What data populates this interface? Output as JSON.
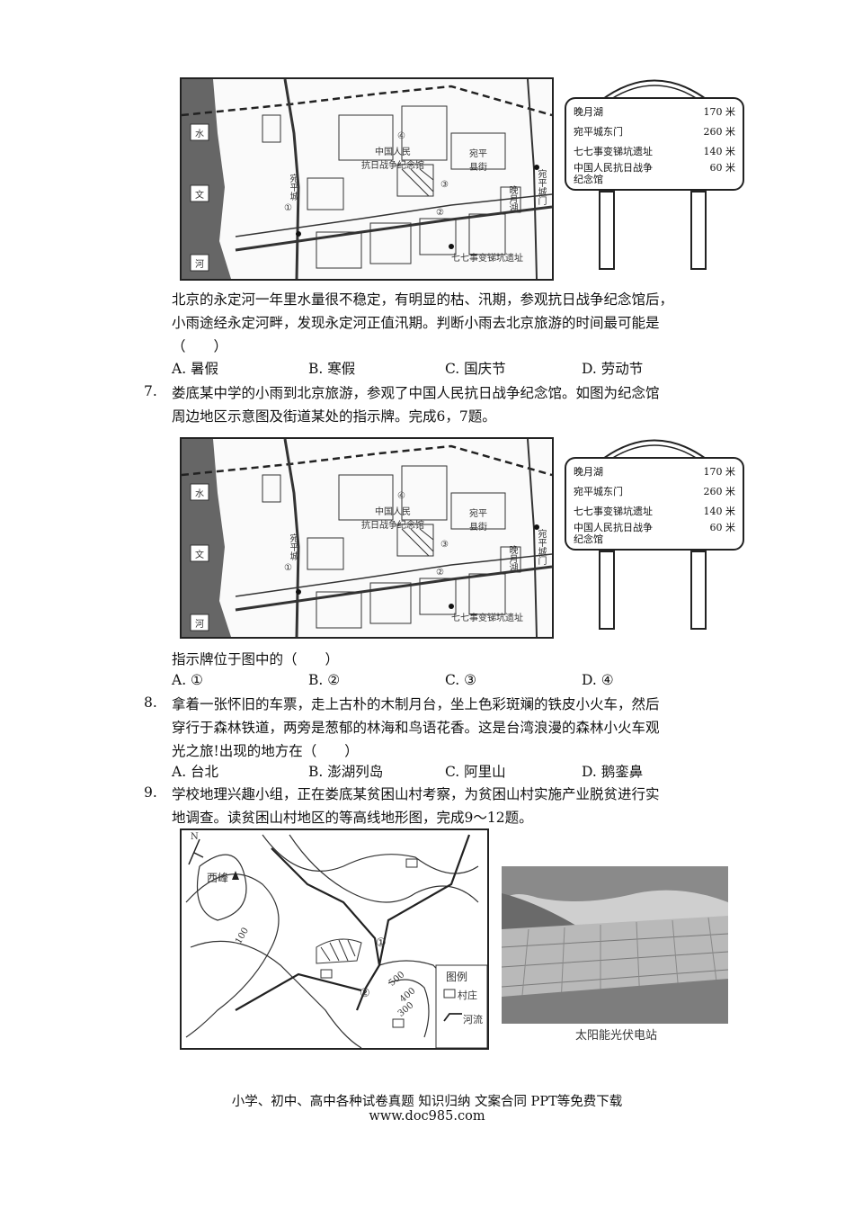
{
  "map": {
    "river_chars": [
      "水",
      "文",
      "河"
    ],
    "labels": {
      "memorial": "中国人民\n抗日战争纪念馆",
      "street": "宛平\n县街",
      "wanping_gate": "宛平城门",
      "wanping_city": "宛平城",
      "moon_lake": "晚月湖",
      "site": "七七事变锑坑遗址",
      "num1": "①",
      "num2": "②",
      "num3": "③",
      "num4": "④"
    }
  },
  "sign": {
    "rows": [
      {
        "name": "晚月湖",
        "dist": "170 米"
      },
      {
        "name": "宛平城东门",
        "dist": "260 米"
      },
      {
        "name": "七七事变锑坑遗址",
        "dist": "140 米"
      },
      {
        "name": "中国人民抗日战争\n纪念馆",
        "dist": "60 米"
      }
    ]
  },
  "q6": {
    "lines": [
      "北京的永定河一年里水量很不稳定，有明显的枯、汛期，参观抗日战争纪念馆后，",
      "小雨途经永定河畔，发现永定河正值汛期。判断小雨去北京旅游的时间最可能是",
      "（　　）"
    ],
    "options": [
      "A.  暑假",
      "B.  寒假",
      "C.  国庆节",
      "D.  劳动节"
    ]
  },
  "q7": {
    "num": "7.",
    "lines": [
      "娄底某中学的小雨到北京旅游，参观了中国人民抗日战争纪念馆。如图为纪念馆",
      "周边地区示意图及街道某处的指示牌。完成6，7题。"
    ],
    "question": "指示牌位于图中的（　　）",
    "options": [
      "A.  ①",
      "B.  ②",
      "C.  ③",
      "D.  ④"
    ]
  },
  "q8": {
    "num": "8.",
    "lines": [
      "拿着一张怀旧的车票，走上古朴的木制月台，坐上色彩斑斓的铁皮小火车，然后",
      "穿行于森林铁道，两旁是葱郁的林海和鸟语花香。这是台湾浪漫的森林小火车观",
      "光之旅!出现的地方在（　　）"
    ],
    "options": [
      "A.  台北",
      "B.  澎湖列岛",
      "C.  阿里山",
      "D.  鹅銮鼻"
    ]
  },
  "q9": {
    "num": "9.",
    "lines": [
      "学校地理兴趣小组，正在娄底某贫困山村考察，为贫困山村实施产业脱贫进行实",
      "地调查。读贫困山村地区的等高线地形图，完成9～12题。"
    ]
  },
  "contour": {
    "north": "N",
    "peak": "西峰",
    "c100": "100",
    "c500": "500",
    "c400": "400",
    "c300": "300",
    "p1": "①",
    "p2": "②",
    "legend_title": "图例",
    "legend_village": "村庄",
    "legend_river": "河流"
  },
  "photo": {
    "caption": "太阳能光伏电站"
  },
  "footer": {
    "line1": "小学、初中、高中各种试卷真题 知识归纳 文案合同 PPT等免费下载",
    "line2": "www.doc985.com"
  }
}
